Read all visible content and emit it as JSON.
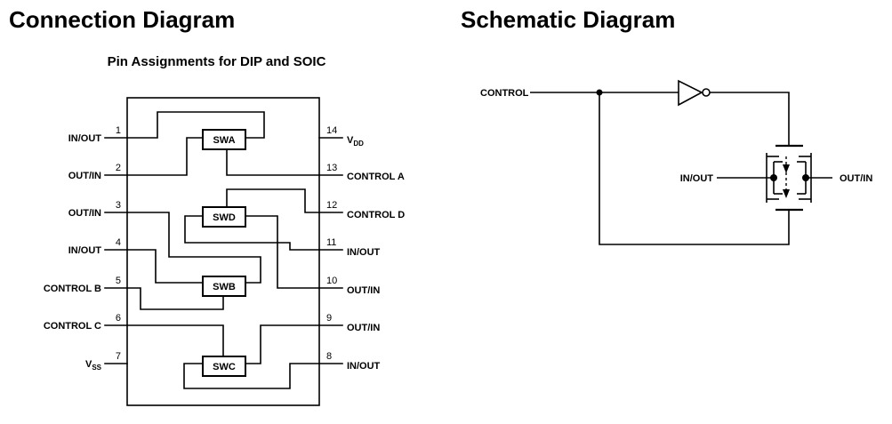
{
  "connection": {
    "title": "Connection Diagram",
    "subtitle": "Pin Assignments for DIP and SOIC",
    "switches": {
      "a": "SWA",
      "b": "SWB",
      "c": "SWC",
      "d": "SWD"
    },
    "pins": {
      "p1": {
        "num": "1",
        "label": "IN/OUT"
      },
      "p2": {
        "num": "2",
        "label": "OUT/IN"
      },
      "p3": {
        "num": "3",
        "label": "OUT/IN"
      },
      "p4": {
        "num": "4",
        "label": "IN/OUT"
      },
      "p5": {
        "num": "5",
        "label": "CONTROL B"
      },
      "p6": {
        "num": "6",
        "label": "CONTROL C"
      },
      "p7": {
        "num": "7",
        "label": "VSS"
      },
      "p8": {
        "num": "8",
        "label": "IN/OUT"
      },
      "p9": {
        "num": "9",
        "label": "OUT/IN"
      },
      "p10": {
        "num": "10",
        "label": "OUT/IN"
      },
      "p11": {
        "num": "11",
        "label": "IN/OUT"
      },
      "p12": {
        "num": "12",
        "label": "CONTROL D"
      },
      "p13": {
        "num": "13",
        "label": "CONTROL A"
      },
      "p14": {
        "num": "14",
        "label": "VDD"
      }
    },
    "supply": {
      "vss_main": "V",
      "vss_sub": "SS",
      "vdd_main": "V",
      "vdd_sub": "DD"
    }
  },
  "schematic": {
    "title": "Schematic Diagram",
    "control_label": "CONTROL",
    "in_label": "IN/OUT",
    "out_label": "OUT/IN"
  }
}
